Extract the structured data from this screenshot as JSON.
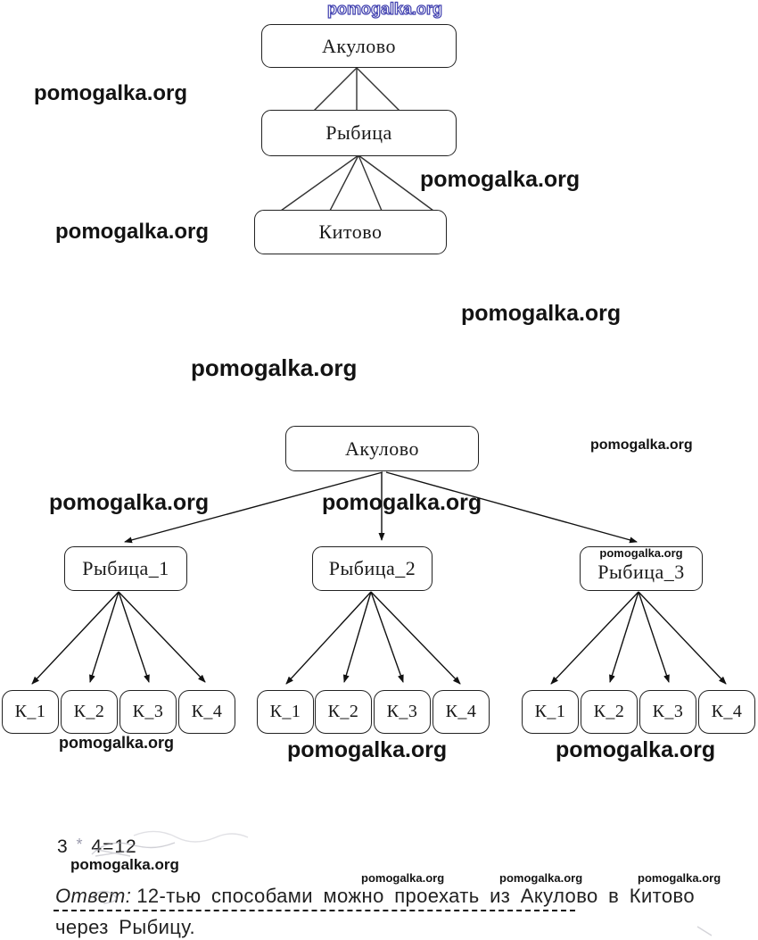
{
  "watermark": {
    "text": "pomogalka.org",
    "outline_color": "#4242b0",
    "color": "#131313"
  },
  "diagram_top": {
    "nodes": {
      "root": {
        "label": "Акулово"
      },
      "middle": {
        "label": "Рыбица"
      },
      "leaf": {
        "label": "Китово"
      }
    },
    "edge_counts": {
      "root_to_middle": 3,
      "middle_to_leaf": 4
    }
  },
  "diagram_bottom": {
    "root": {
      "label": "Акулово"
    },
    "branches": [
      {
        "label": "Рыбица_1",
        "leaves": [
          {
            "label": "К_1"
          },
          {
            "label": "К_2"
          },
          {
            "label": "К_3"
          },
          {
            "label": "К_4"
          }
        ]
      },
      {
        "label": "Рыбица_2",
        "leaves": [
          {
            "label": "К_1"
          },
          {
            "label": "К_2"
          },
          {
            "label": "К_3"
          },
          {
            "label": "К_4"
          }
        ]
      },
      {
        "label": "Рыбица_3",
        "leaves": [
          {
            "label": "К_1"
          },
          {
            "label": "К_2"
          },
          {
            "label": "К_3"
          },
          {
            "label": "К_4"
          }
        ]
      }
    ]
  },
  "solution": {
    "multiplicand": "3",
    "operator": "*",
    "equation_rest": "4=12",
    "answer_label": "Ответ:",
    "answer_line1": "12-тью способами можно проехать из Акулово в Китово",
    "answer_line2": "через Рыбицу."
  }
}
